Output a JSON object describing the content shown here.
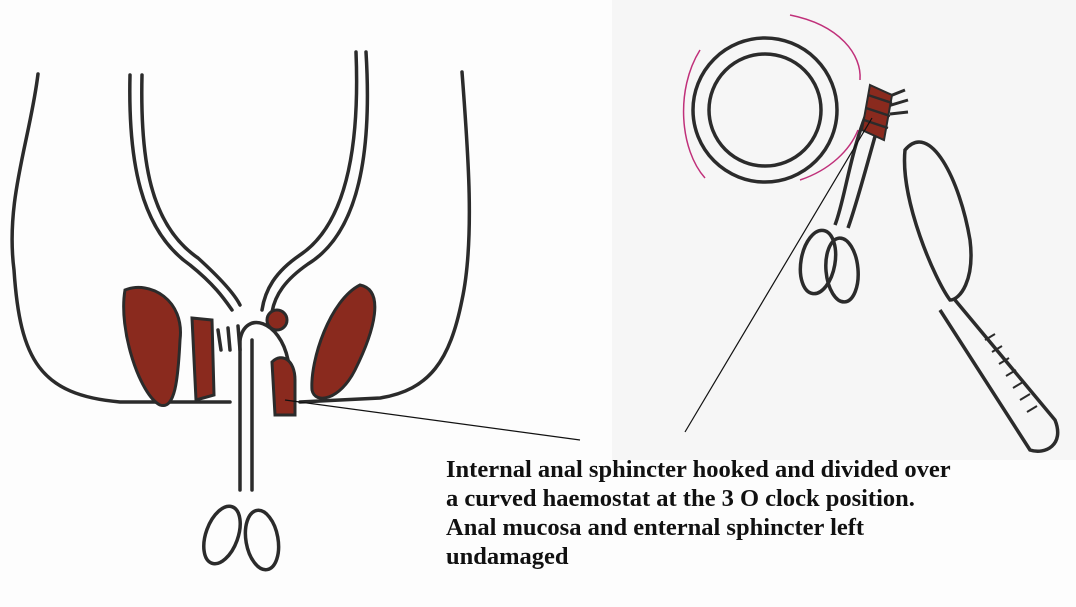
{
  "caption": {
    "lines": [
      "Internal anal sphincter hooked and divided over",
      "a curved haemostat at the 3 O clock position.",
      "Anal mucosa and enternal sphincter left",
      "undamaged"
    ]
  },
  "colors": {
    "ink": "#2b2b2b",
    "muscle": "#8a2a1e",
    "pink_lines": "#c0307a"
  }
}
